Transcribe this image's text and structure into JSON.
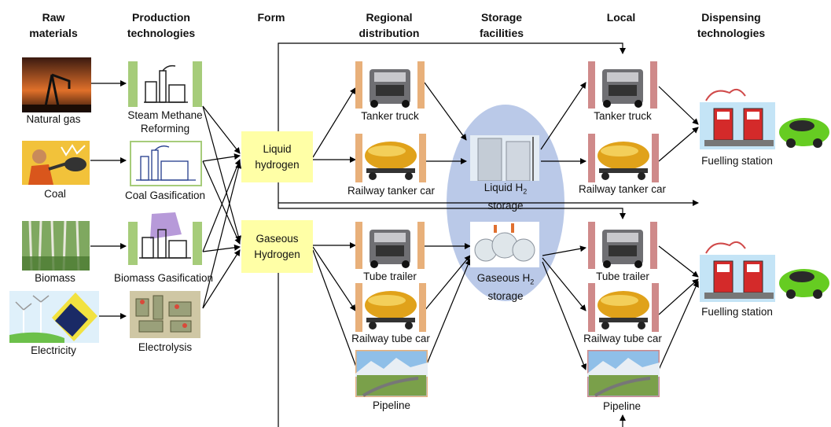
{
  "headers": {
    "raw_materials": [
      "Raw",
      "materials"
    ],
    "production": [
      "Production",
      "technologies"
    ],
    "form": [
      "Form"
    ],
    "regional": [
      "Regional",
      "distribution"
    ],
    "storage": [
      "Storage",
      "facilities"
    ],
    "local": [
      "Local"
    ],
    "dispensing": [
      "Dispensing",
      "technologies"
    ]
  },
  "raw": {
    "natural_gas": "Natural gas",
    "coal": "Coal",
    "biomass": "Biomass",
    "electricity": "Electricity"
  },
  "production": {
    "smr_line1": "Steam Methane",
    "smr_line2": "Reforming",
    "coal_gas": "Coal Gasification",
    "biomass_gas": "Biomass Gasification",
    "electrolysis": "Electrolysis"
  },
  "form": {
    "liquid_line1": "Liquid",
    "liquid_line2": "hydrogen",
    "gaseous_line1": "Gaseous",
    "gaseous_line2": "Hydrogen"
  },
  "regional": {
    "tanker_truck": "Tanker truck",
    "railway_tanker_car": "Railway tanker car",
    "tube_trailer": "Tube trailer",
    "railway_tube_car": "Railway tube car",
    "pipeline": "Pipeline"
  },
  "storage": {
    "liquid_line1": "Liquid H",
    "liquid_sub": "2",
    "liquid_line2": "storage",
    "gaseous_line1": "Gaseous H",
    "gaseous_sub": "2",
    "gaseous_line2": "storage"
  },
  "local": {
    "tanker_truck": "Tanker truck",
    "railway_tanker_car": "Railway tanker car",
    "tube_trailer": "Tube trailer",
    "railway_tube_car": "Railway tube car",
    "pipeline": "Pipeline"
  },
  "dispensing": {
    "station1": "Fuelling station",
    "station2": "Fuelling station"
  },
  "colors": {
    "form_box": "#ffffa6",
    "storage_ellipse": "#b3c3e6",
    "production_bar": "#a6cc7a",
    "regional_bar": "#e8b07a",
    "local_bar": "#cf8a8a",
    "car": "#66cc22"
  }
}
